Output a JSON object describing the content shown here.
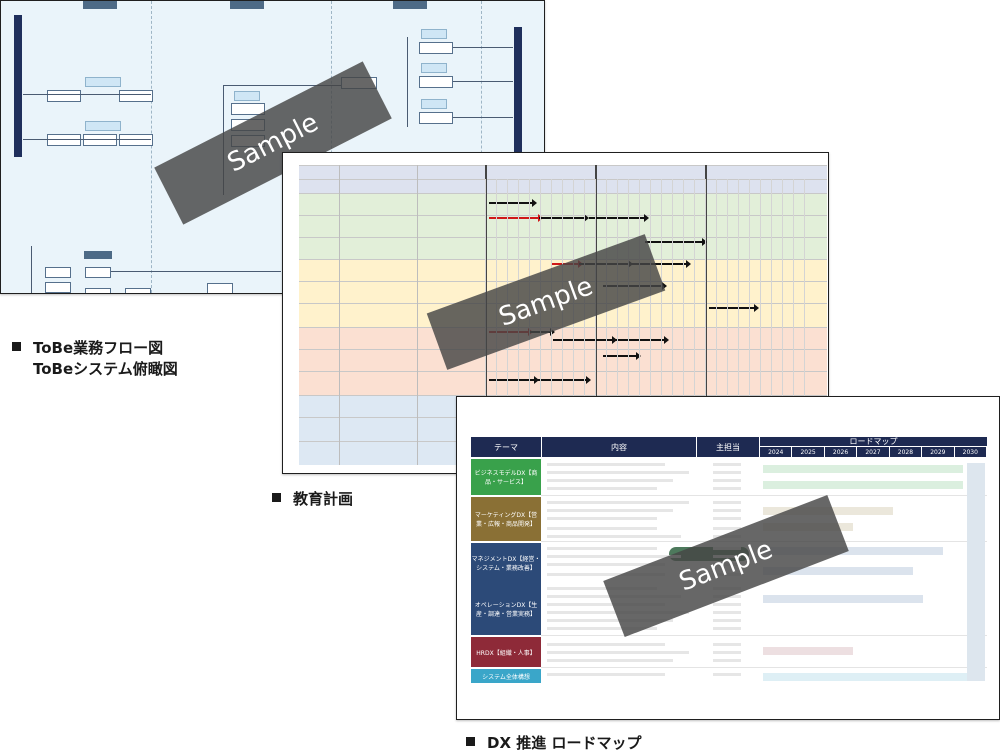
{
  "captions": {
    "flow_line1": "ToBe業務フロー図",
    "flow_line2": "ToBeシステム俯瞰図",
    "education": "教育計画",
    "roadmap": "DX 推進 ロードマップ"
  },
  "watermark": "Sample",
  "roadmap": {
    "headers": [
      "テーマ",
      "内容",
      "主担当"
    ],
    "roadmap_title": "ロードマップ",
    "years": [
      "2024",
      "2025",
      "2026",
      "2027",
      "2028",
      "2029",
      "2030"
    ],
    "themes": [
      "ビジネスモデルDX【商品・サービス】",
      "マーケティングDX【営業・広報・商品開発】",
      "マネジメントDX【経営・システム・業務改善】",
      "オペレーションDX【生産・調達・営業実務】",
      "HRDX【組織・人事】",
      "システム全体構想"
    ]
  },
  "colors": {
    "flow_bg": "#eaf4fa",
    "flow_bar": "#1f2f5c",
    "edu_green": "#e2efd9",
    "edu_yellow": "#fff2cc",
    "edu_orange": "#fbe0d2",
    "edu_blue": "#dde8f3",
    "road_header": "#1e2a52",
    "theme_green": "#39a14b",
    "theme_olive": "#8a7035",
    "theme_navy": "#2c4a78",
    "theme_maroon": "#8e2a38",
    "theme_cyan": "#3aa6c9",
    "watermark": "#464646"
  }
}
